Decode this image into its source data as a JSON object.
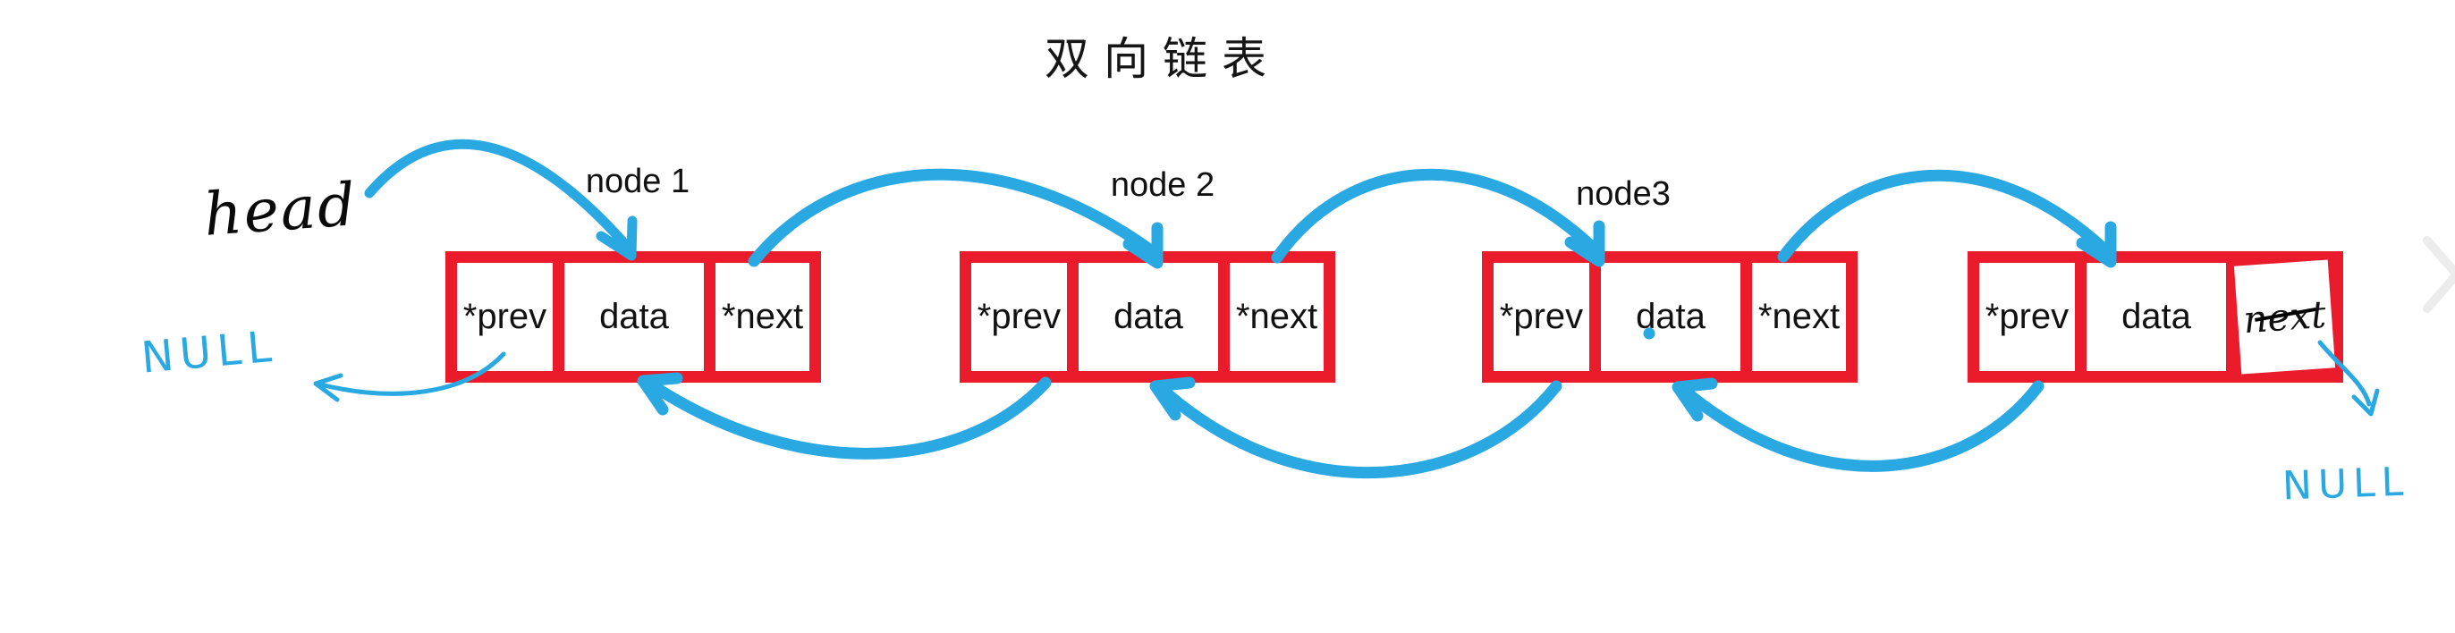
{
  "title": "双向链表",
  "annotations": {
    "head": "head",
    "null_left": "NULL",
    "null_right": "NULL"
  },
  "nodes": [
    {
      "label": "node 1",
      "cells": {
        "prev": "*prev",
        "data": "data",
        "next": "*next"
      }
    },
    {
      "label": "node 2",
      "cells": {
        "prev": "*prev",
        "data": "data",
        "next": "*next"
      }
    },
    {
      "label": "node3",
      "cells": {
        "prev": "*prev",
        "data": "data",
        "next": "*next"
      }
    },
    {
      "label": "",
      "cells": {
        "prev": "*prev",
        "data": "data",
        "next": "next"
      }
    }
  ],
  "colors": {
    "box_border": "#ea1c2b",
    "arrow_blue": "#29a8e1",
    "ink_black": "#151515",
    "chevron_gray": "#ececec"
  }
}
